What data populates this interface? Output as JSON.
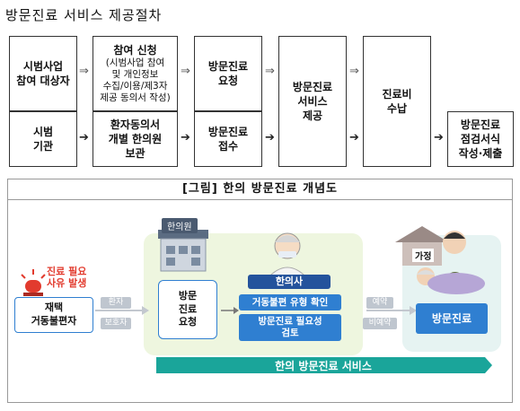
{
  "title": "방문진료 서비스 제공절차",
  "process": {
    "top": {
      "b1": "시범사업\n참여 대상자",
      "b2_head": "참여 신청",
      "b2_sub": "(시범사업 참여\n및 개인정보\n수집/이용/제3자\n제공 동의서 작성)",
      "b3": "방문진료\n요청"
    },
    "bottom": {
      "b1": "시범\n기관",
      "b2": "환자동의서\n개별 한의원\n보관",
      "b3": "방문진료\n접수"
    },
    "shared": {
      "service": "방문진료\n서비스\n제공",
      "payment": "진료비\n수납",
      "submit": "방문진료\n점검서식\n작성·제출"
    },
    "arrow_light": "⇒",
    "arrow_bold": "➔"
  },
  "diagram": {
    "title": "[그림] 한의 방문진료 개념도",
    "alert_text": "진료 필요\n사유 발생",
    "patient_label": "재택\n거동불편자",
    "tag_patient": "환자",
    "tag_guardian": "보호자",
    "clinic_label": "한의원",
    "request_label": "방문\n진료\n요청",
    "doctor_label": "한의사",
    "task1": "거동불편 유형 확인",
    "task2": "방문진료 필요성\n검토",
    "tag_booking": "예약",
    "tag_nonbooking": "비예약",
    "home_label": "가정",
    "visit_label": "방문진료",
    "service_banner": "한의 방문진료 서비스",
    "colors": {
      "accent_blue": "#2f7fd1",
      "teal": "#1aa59a",
      "light_green": "#eef6df",
      "alert_red": "#e23b2e"
    }
  }
}
